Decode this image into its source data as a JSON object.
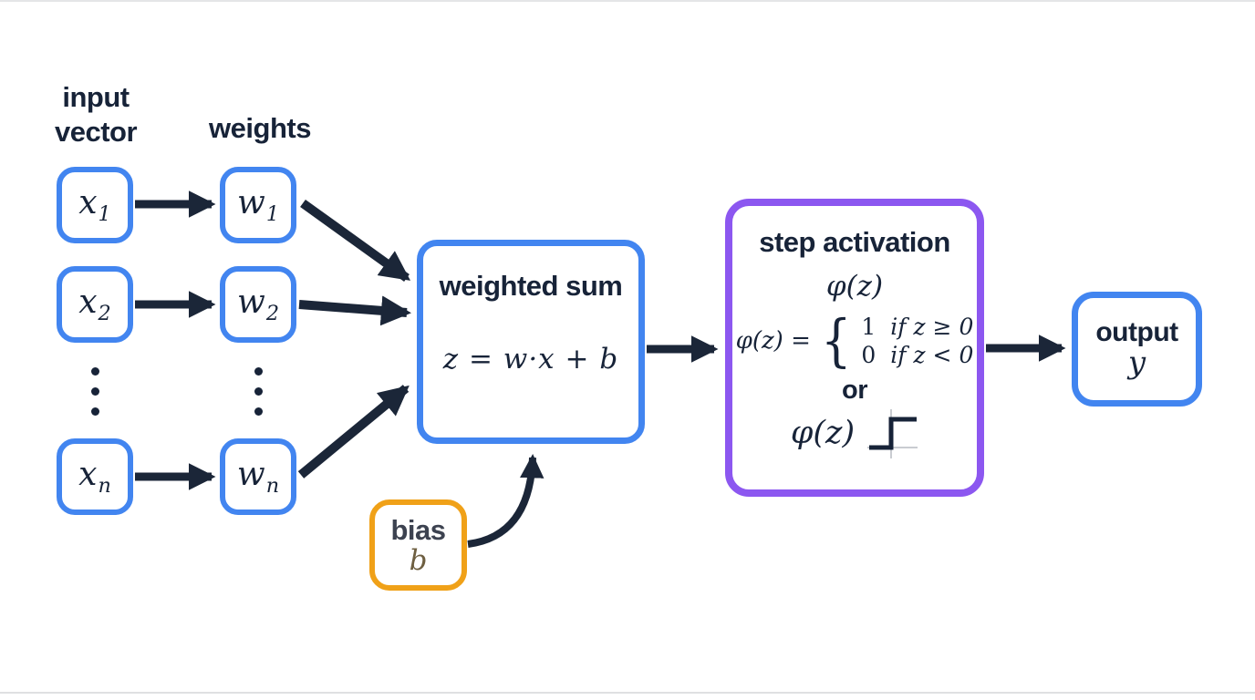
{
  "diagram": {
    "title_labels": {
      "input_vector_line1": "input",
      "input_vector_line2": "vector",
      "weights": "weights"
    },
    "inputs": [
      {
        "base": "x",
        "sub": "1"
      },
      {
        "base": "x",
        "sub": "2"
      },
      {
        "base": "x",
        "sub": "n"
      }
    ],
    "weight_nodes": [
      {
        "base": "w",
        "sub": "1"
      },
      {
        "base": "w",
        "sub": "2"
      },
      {
        "base": "w",
        "sub": "n"
      }
    ],
    "weighted_sum": {
      "title": "weighted sum",
      "formula": "z = w·x + b"
    },
    "bias": {
      "label": "bias",
      "symbol": "b"
    },
    "activation": {
      "title": "step activation",
      "function_notation": "φ(z)",
      "piecewise_lhs": "φ(z) =",
      "brace": "{",
      "cases": [
        {
          "value": "1",
          "condition": "if z ≥ 0"
        },
        {
          "value": "0",
          "condition": "if z < 0"
        }
      ],
      "or_label": "or",
      "step_plot_label": "φ(z)"
    },
    "output": {
      "label": "output",
      "symbol": "y"
    },
    "colors": {
      "node_blue": "#4285f0",
      "activation_purple": "#8c57f0",
      "bias_orange": "#f0a118",
      "ink_navy": "#172338"
    }
  }
}
